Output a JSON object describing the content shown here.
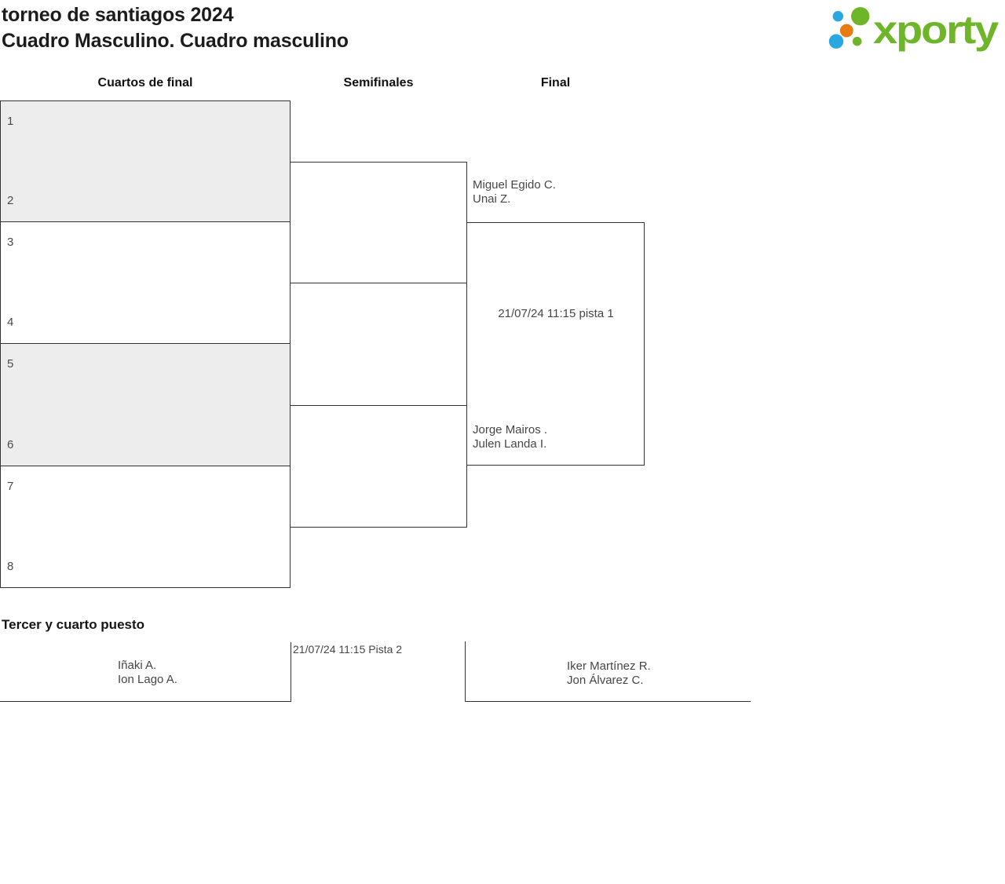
{
  "header": {
    "title": "torneo de santiagos 2024",
    "subtitle": "Cuadro Masculino. Cuadro masculino",
    "logo_text": "xporty"
  },
  "colors": {
    "logo_green": "#6fb52a",
    "logo_blue": "#29a7e0",
    "logo_orange": "#e87c12",
    "box_shade_gray": "#ededed",
    "line_dark": "#333333",
    "text_gray": "#464646"
  },
  "columns": [
    {
      "label": "Cuartos de final"
    },
    {
      "label": "Semifinales"
    },
    {
      "label": "Final"
    }
  ],
  "bracket": {
    "seeds": [
      "1",
      "2",
      "3",
      "4",
      "5",
      "6",
      "7",
      "8"
    ],
    "final": {
      "top_team": {
        "player1": "Miguel Egido C.",
        "player2": "Unai Z."
      },
      "bottom_team": {
        "player1": "Jorge Mairos .",
        "player2": "Julen Landa I."
      },
      "schedule": "21/07/24 11:15 pista 1"
    }
  },
  "third_place": {
    "heading": "Tercer y cuarto puesto",
    "left_team": {
      "player1": "Iñaki A.",
      "player2": "Ion Lago A."
    },
    "right_team": {
      "player1": "Iker Martínez R.",
      "player2": "Jon Álvarez C."
    },
    "schedule": "21/07/24 11:15 Pista 2"
  }
}
